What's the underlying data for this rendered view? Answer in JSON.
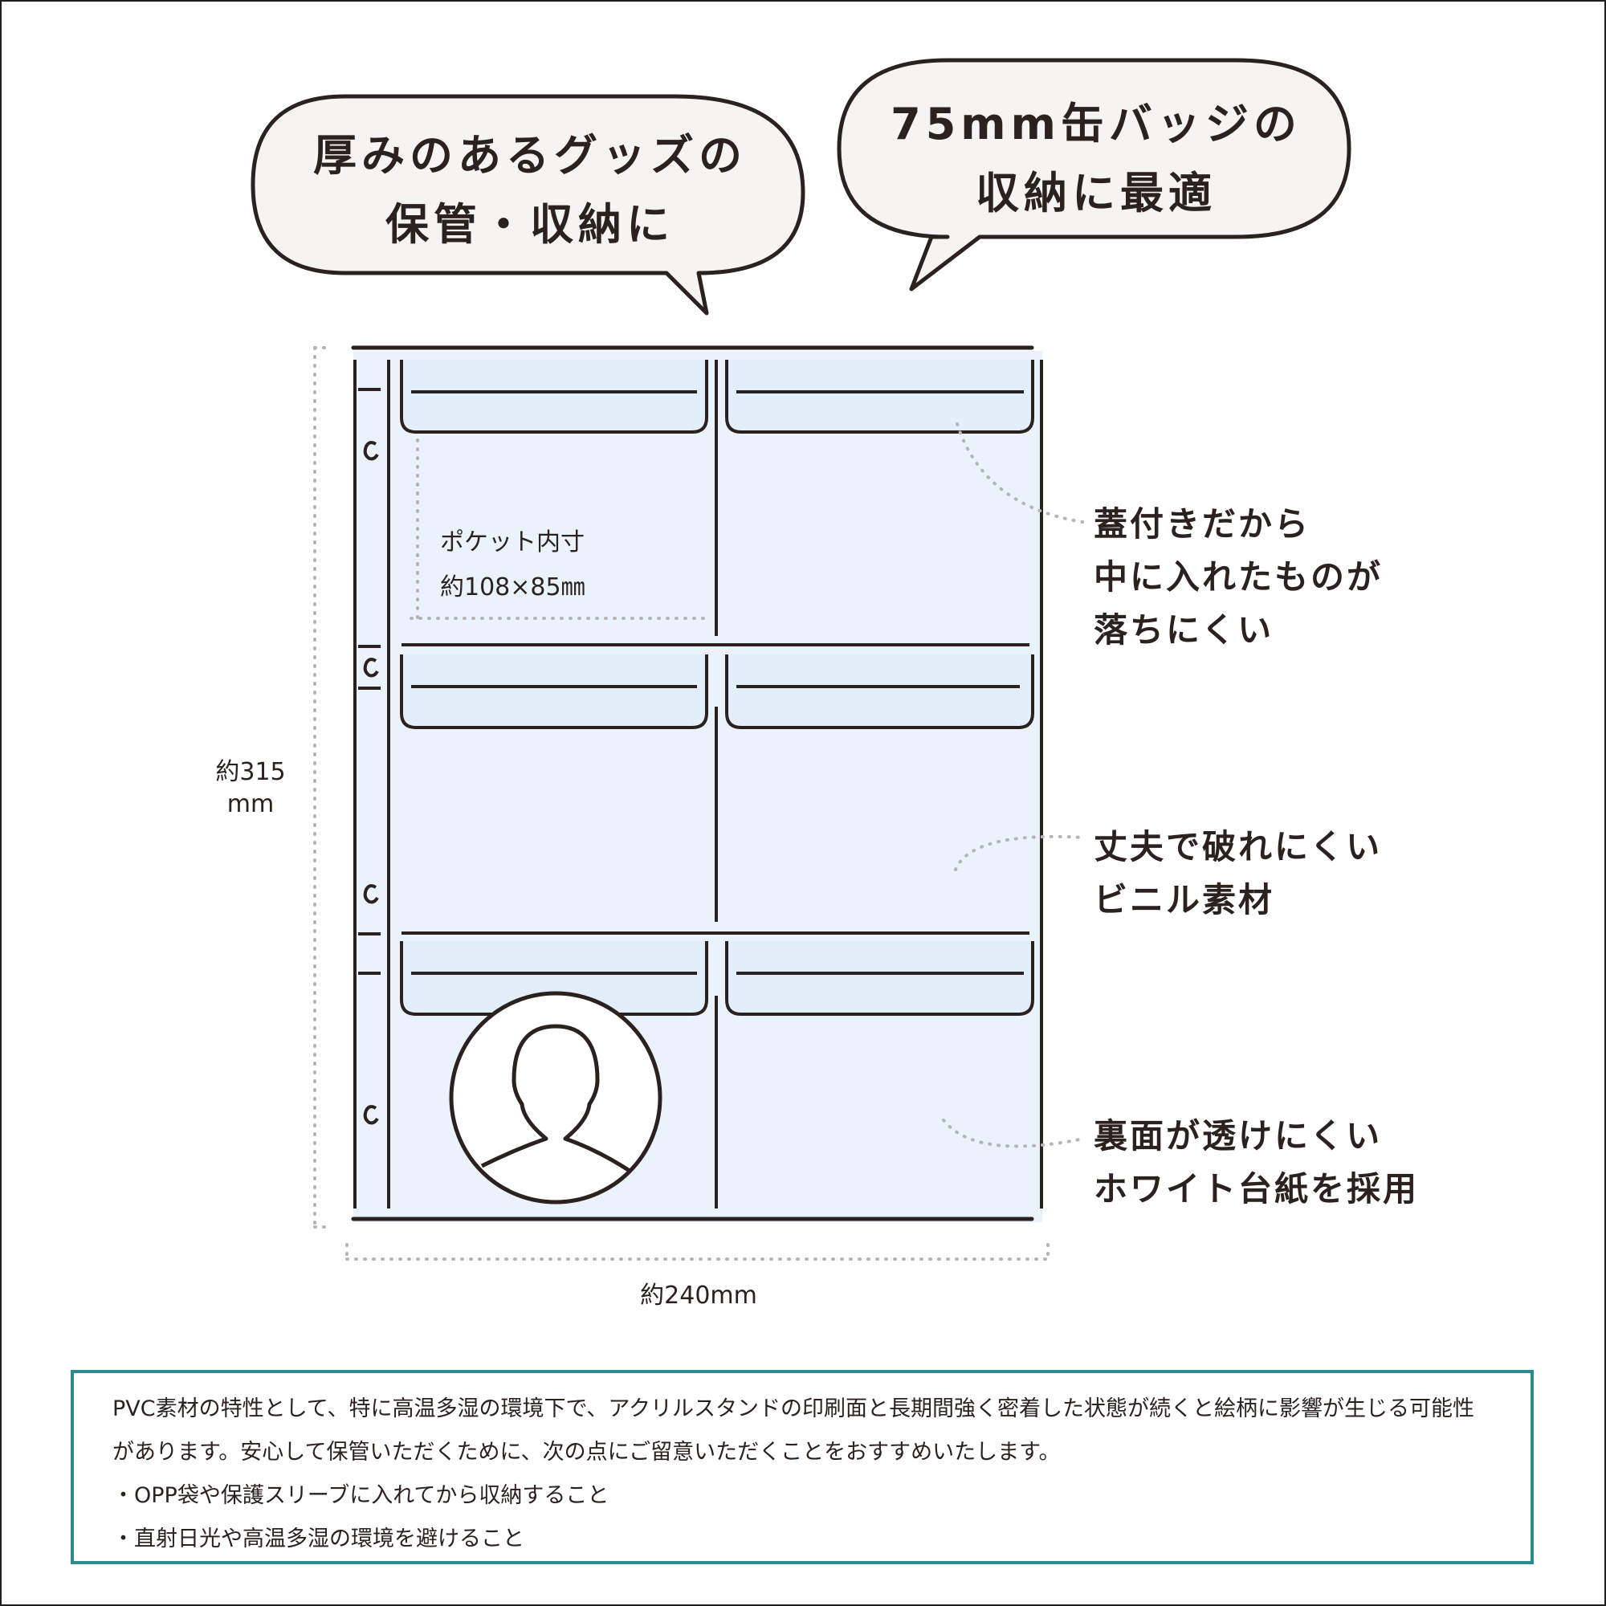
{
  "bubbles": {
    "left": {
      "line1": "厚みのあるグッズの",
      "line2": "保管・収納に"
    },
    "right": {
      "line1": "75mm缶バッジの",
      "line2": "収納に最適"
    }
  },
  "features": [
    {
      "lines": [
        "蓋付きだから",
        "中に入れたものが",
        "落ちにくい"
      ]
    },
    {
      "lines": [
        "丈夫で破れにくい",
        "ビニル素材"
      ]
    },
    {
      "lines": [
        "裏面が透けにくい",
        "ホワイト台紙を採用"
      ]
    }
  ],
  "pocket": {
    "title": "ポケット内寸",
    "size": "約108×85㎜"
  },
  "dimensions": {
    "height_value": "約315",
    "height_unit": "mm",
    "width": "約240mm"
  },
  "notice": {
    "text": "PVC素材の特性として、特に高温多湿の環境下で、アクリルスタンドの印刷面と長期間強く密着した状態が続くと絵柄に影響が生じる可能性があります。安心して保管いただくために、次の点にご留意いただくことをおすすめいたします。",
    "bullets": [
      "・OPP袋や保護スリーブに入れてから収納すること",
      "・直射日光や高温多湿の環境を避けること"
    ]
  },
  "colors": {
    "sheet": "#eaf2fb",
    "flap": "#e2eef9",
    "line": "#2b2220",
    "dots": "#b5b5b5",
    "bubble": "#f6f4f2",
    "notice_border": "#2b8b8f"
  }
}
